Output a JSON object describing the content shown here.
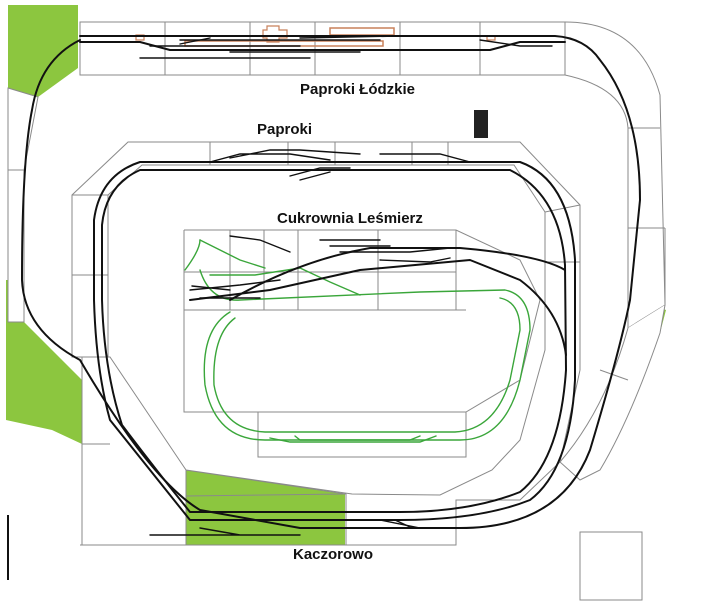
{
  "stations": {
    "paproki_lodzkie": "Paproki Łódzkie",
    "paproki": "Paproki",
    "cukrownia": "Cukrownia Leśmierz",
    "kaczorowo": "Kaczorowo"
  },
  "colors": {
    "grass": "#8cc63f",
    "board_grey": "#e6e6e6",
    "board_edge": "#8a8a8a",
    "track_main": "#111111",
    "track_narrow": "#3aa63a",
    "building": "#c8805a",
    "signal_box": "#222222"
  }
}
